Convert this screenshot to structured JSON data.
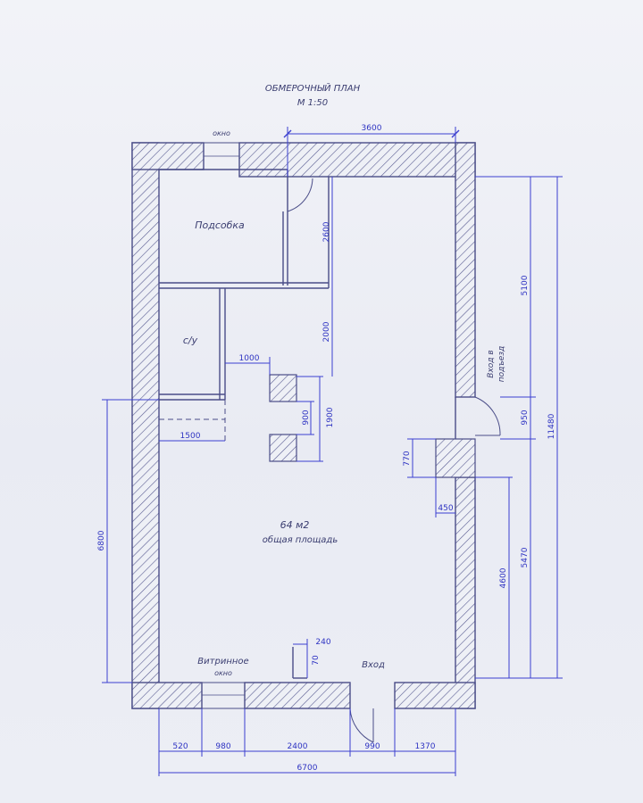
{
  "title": {
    "line1": "ОБМЕРОЧНЫЙ ПЛАН",
    "line2": "М 1:50"
  },
  "labels": {
    "window_top": "окно",
    "storage": "Подсобка",
    "wc": "с/у",
    "area": "64 м2",
    "area_caption": "общая площадь",
    "shop_window_1": "Витринное",
    "shop_window_2": "окно",
    "entrance": "Вход",
    "side_entrance_1": "Вход в",
    "side_entrance_2": "подъезд"
  },
  "dimensions": {
    "top_width": "3600",
    "storage_depth": "2600",
    "wc_depth": "2000",
    "partition_1000": "1000",
    "col_gap": "900",
    "col_span": "1900",
    "left_1500": "1500",
    "right_5100": "5100",
    "side_door": "950",
    "total_height": "11480",
    "col_770": "770",
    "col_450": "450",
    "left_6800": "6800",
    "right_4600": "4600",
    "right_5470": "5470",
    "step_240": "240",
    "step_70": "70",
    "bottom_520": "520",
    "bottom_980": "980",
    "bottom_2400": "2400",
    "bottom_990": "990",
    "bottom_1370": "1370",
    "total_width": "6700"
  }
}
